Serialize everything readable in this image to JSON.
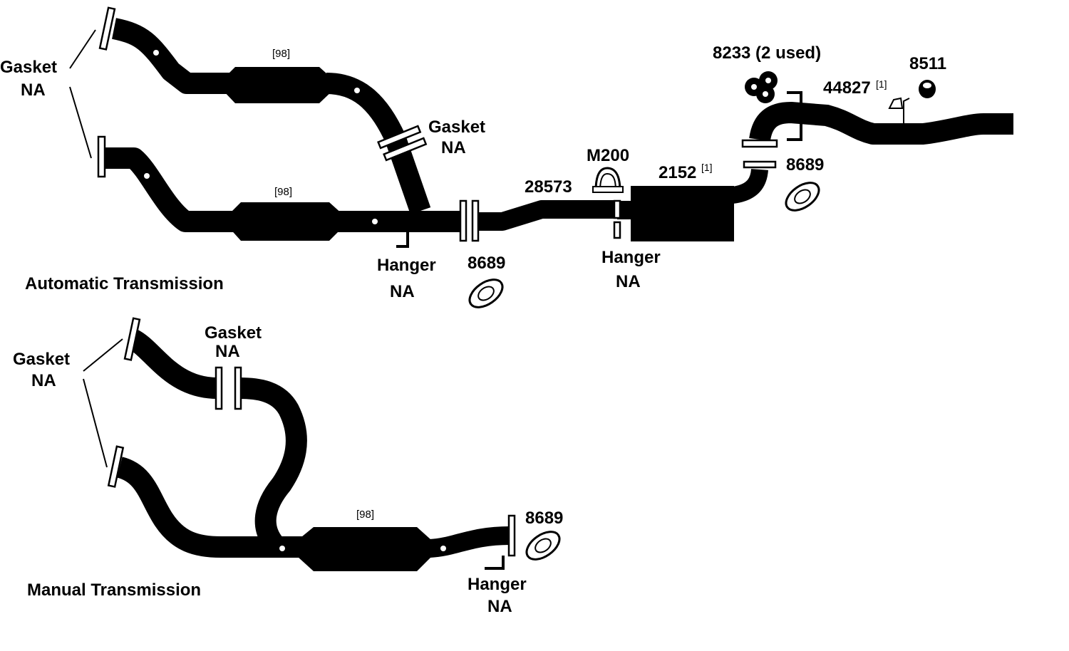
{
  "sections": {
    "automatic": "Automatic Transmission",
    "manual": "Manual Transmission"
  },
  "parts": {
    "gasket": "Gasket",
    "hanger": "Hanger",
    "not_available": "NA",
    "cat_converter_ref": "[98]",
    "flange_gasket_8689": "8689",
    "pipe_28573": "28573",
    "clamp_m200": "M200",
    "muffler_2152": "2152",
    "muffler_2152_note": "[1]",
    "insulator_8233": "8233 (2 used)",
    "tailpipe_44827": "44827",
    "tailpipe_44827_note": "[1]",
    "grommet_8511": "8511"
  },
  "colors": {
    "ink": "#000000",
    "background": "#ffffff"
  }
}
